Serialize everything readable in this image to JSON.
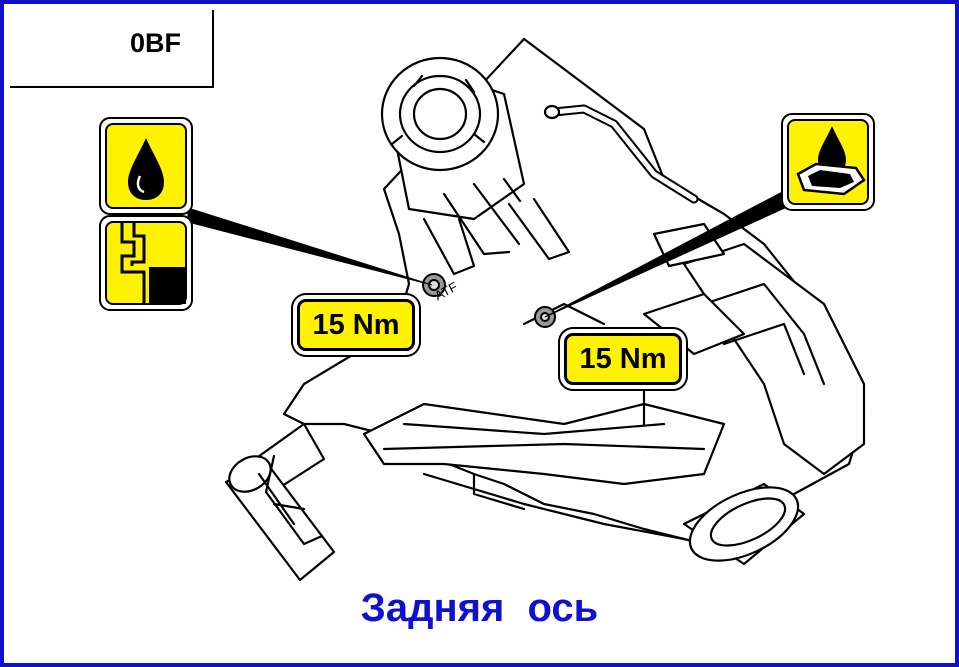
{
  "header": {
    "code_label": "0BF"
  },
  "callouts": {
    "left_torque": "15 Nm",
    "right_torque": "15 Nm",
    "housing_marking": "ATF"
  },
  "caption": "Задняя  ось",
  "icons": {
    "code_box_icon": "differential-housing-icon",
    "left_top_icon": "oil-drop-icon",
    "left_bottom_icon": "filler-plug-level-icon",
    "right_icon": "drain-oil-pan-icon"
  },
  "colors": {
    "frame": "#1010d0",
    "caption": "#1010d0",
    "label_fill": "#fff200",
    "line": "#000000"
  }
}
